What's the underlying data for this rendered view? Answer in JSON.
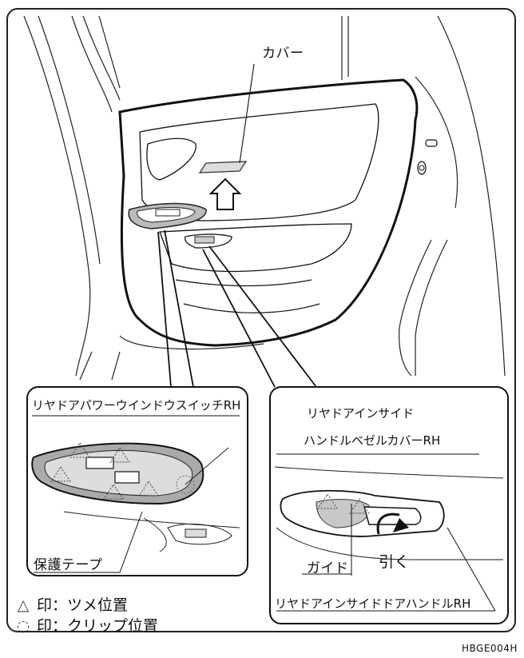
{
  "labels": {
    "cover": "カバー",
    "switch_rh": "リヤドアパワーウインドウスイッチRH",
    "bezel_rh_line1": "リヤドアインサイド",
    "bezel_rh_line2": "ハンドルベゼルカバーRH",
    "protect_tape": "保護テープ",
    "guide": "ガイド",
    "pull": "引く",
    "handle_rh": "リヤドアインサイドドアハンドルRH"
  },
  "legend": [
    {
      "icon": "triangle-dotted-icon",
      "symbol": "△",
      "text": "印：ツメ位置"
    },
    {
      "icon": "circle-dotted-icon",
      "symbol": "◌",
      "text": "印：クリップ位置"
    }
  ],
  "code": "HBGE004H"
}
